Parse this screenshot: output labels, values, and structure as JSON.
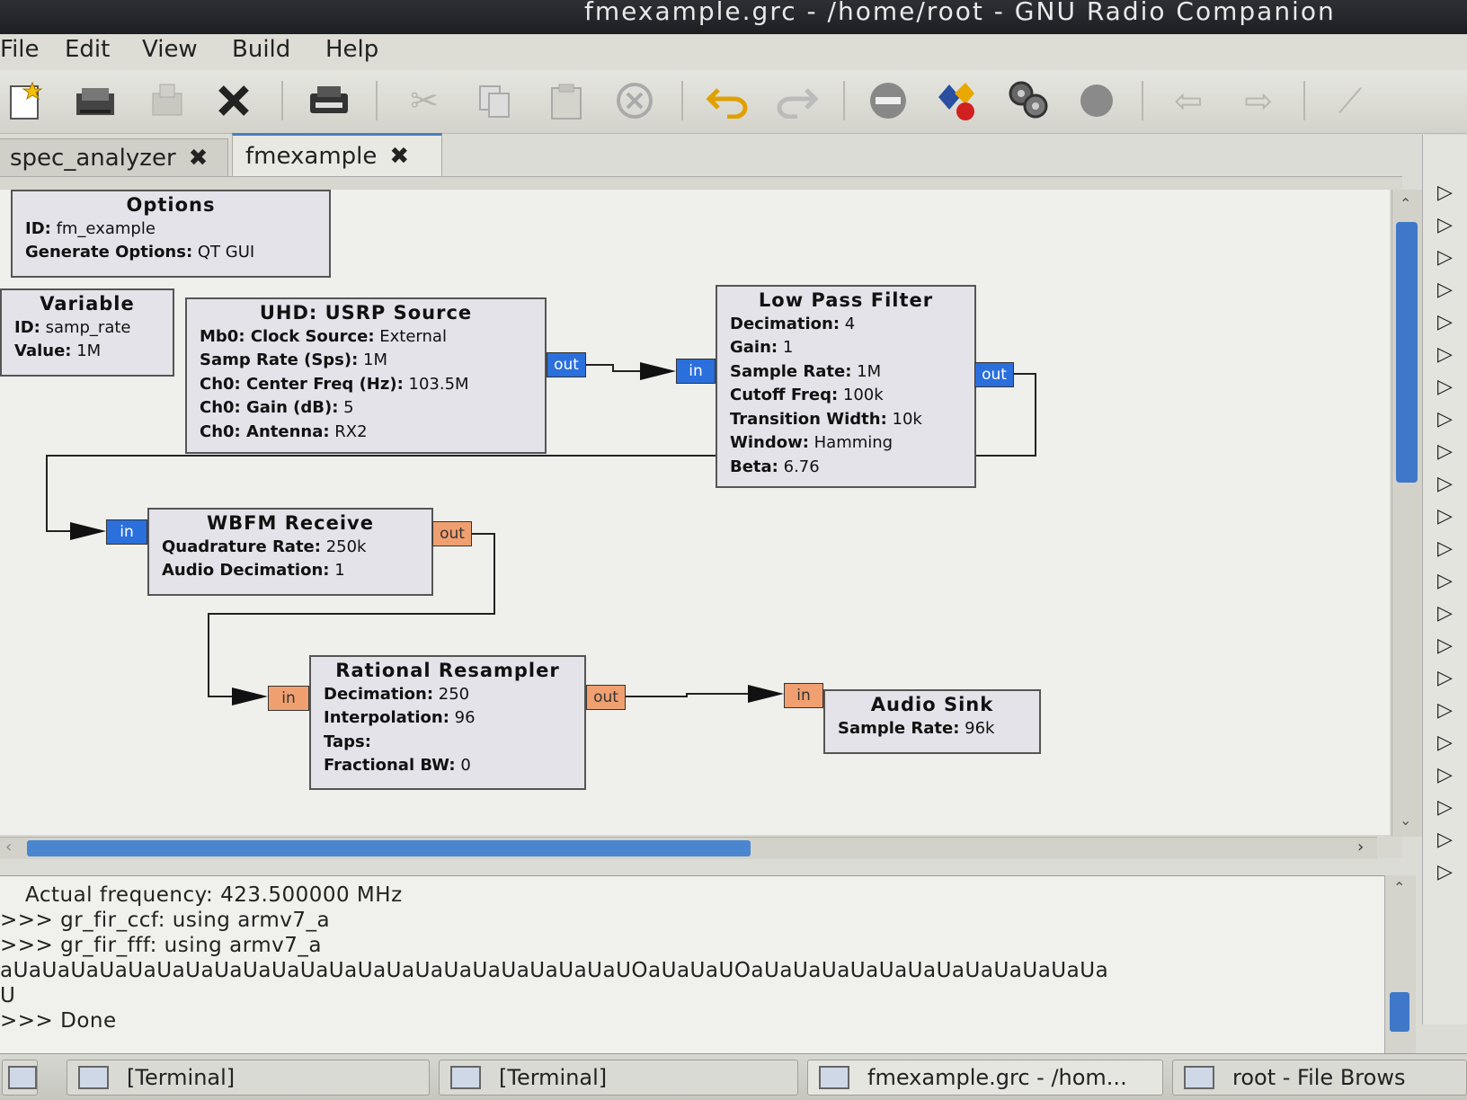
{
  "window": {
    "title": "fmexample.grc - /home/root - GNU Radio Companion"
  },
  "menu": [
    "File",
    "Edit",
    "View",
    "Build",
    "Help"
  ],
  "toolbar": {
    "icons": [
      "new-icon",
      "open-icon",
      "save-icon",
      "close-icon",
      "print-icon",
      "cut-icon",
      "copy-icon",
      "paste-icon",
      "delete-icon",
      "undo-icon",
      "redo-icon",
      "disable-icon",
      "generate-icon",
      "execute-icon",
      "kill-icon",
      "rotate-left-icon",
      "rotate-right-icon",
      "find-icon"
    ]
  },
  "tabs": [
    {
      "label": "spec_analyzer"
    },
    {
      "label": "fmexample"
    }
  ],
  "blocks": {
    "options": {
      "title": "Options",
      "params": [
        {
          "k": "ID:",
          "v": " fm_example"
        },
        {
          "k": "Generate Options:",
          "v": " QT GUI"
        }
      ]
    },
    "variable": {
      "title": "Variable",
      "params": [
        {
          "k": "ID:",
          "v": " samp_rate"
        },
        {
          "k": "Value:",
          "v": " 1M"
        }
      ]
    },
    "usrp": {
      "title": "UHD: USRP Source",
      "params": [
        {
          "k": "Mb0: Clock Source:",
          "v": " External"
        },
        {
          "k": "Samp Rate (Sps):",
          "v": " 1M"
        },
        {
          "k": "Ch0: Center Freq (Hz):",
          "v": " 103.5M"
        },
        {
          "k": "Ch0: Gain (dB):",
          "v": " 5"
        },
        {
          "k": "Ch0: Antenna:",
          "v": " RX2"
        }
      ]
    },
    "lpf": {
      "title": "Low Pass Filter",
      "params": [
        {
          "k": "Decimation:",
          "v": " 4"
        },
        {
          "k": "Gain:",
          "v": " 1"
        },
        {
          "k": "Sample Rate:",
          "v": " 1M"
        },
        {
          "k": "Cutoff Freq:",
          "v": " 100k"
        },
        {
          "k": "Transition Width:",
          "v": " 10k"
        },
        {
          "k": "Window:",
          "v": " Hamming"
        },
        {
          "k": "Beta:",
          "v": " 6.76"
        }
      ]
    },
    "wbfm": {
      "title": "WBFM Receive",
      "params": [
        {
          "k": "Quadrature Rate:",
          "v": " 250k"
        },
        {
          "k": "Audio Decimation:",
          "v": " 1"
        }
      ]
    },
    "resampler": {
      "title": "Rational Resampler",
      "params": [
        {
          "k": "Decimation:",
          "v": " 250"
        },
        {
          "k": "Interpolation:",
          "v": " 96"
        },
        {
          "k": "Taps:",
          "v": ""
        },
        {
          "k": "Fractional BW:",
          "v": " 0"
        }
      ]
    },
    "audio": {
      "title": "Audio Sink",
      "params": [
        {
          "k": "Sample Rate:",
          "v": " 96k"
        }
      ]
    }
  },
  "ports": {
    "in": "in",
    "out": "out"
  },
  "console": [
    "Actual frequency: 423.500000 MHz",
    ">>> gr_fir_ccf: using armv7_a",
    ">>> gr_fir_fff: using armv7_a",
    "aUaUaUaUaUaUaUaUaUaUaUaUaUaUaUaUaUaUaUaUaUaUOaUaUaUOaUaUaUaUaUaUaUaUaUaUaUaUa",
    "U",
    ">>> Done"
  ],
  "taskbar": [
    {
      "label": "[Terminal]"
    },
    {
      "label": "[Terminal]"
    },
    {
      "label": "fmexample.grc - /hom..."
    },
    {
      "label": "root - File Brows"
    }
  ],
  "colors": {
    "port_complex": "#2a6fdc",
    "port_float": "#f0a070",
    "block_bg": "#e4e3ea"
  }
}
